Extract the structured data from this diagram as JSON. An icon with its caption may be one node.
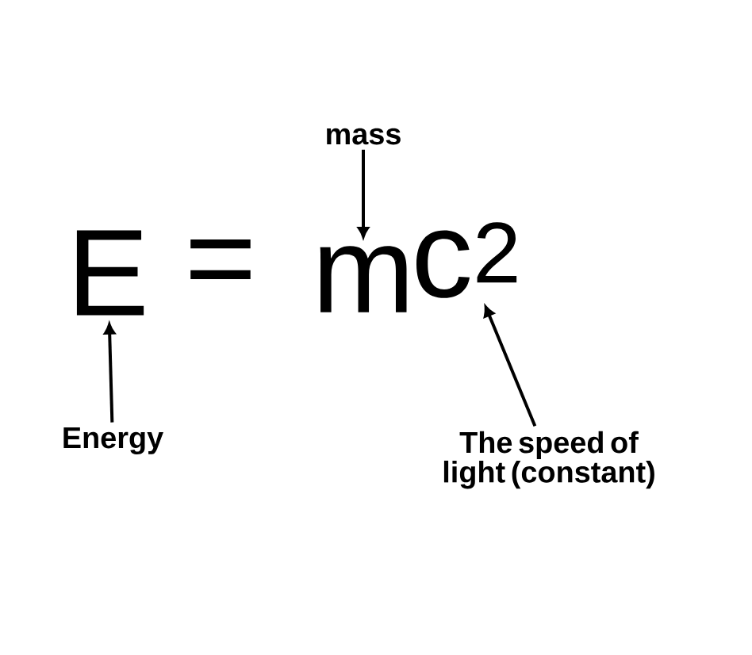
{
  "diagram": {
    "nodes": [
      {
        "text": [
          "mass"
        ]
      },
      {
        "text": [
          "E"
        ]
      },
      {
        "text": [
          "m"
        ]
      },
      {
        "text": [
          "c$^{2}$"
        ]
      },
      {
        "text": [
          "Energy"
        ]
      },
      {
        "text": [
          "The speed of light (constant)"
        ]
      }
    ],
    "edges": [
      {
        "from": 0,
        "to": 2,
        "arrow": "to"
      },
      {
        "from": 4,
        "to": 1,
        "arrow": "to"
      },
      {
        "from": 5,
        "to": 3,
        "arrow": "to"
      }
    ],
    "labels": [
      "="
    ]
  }
}
